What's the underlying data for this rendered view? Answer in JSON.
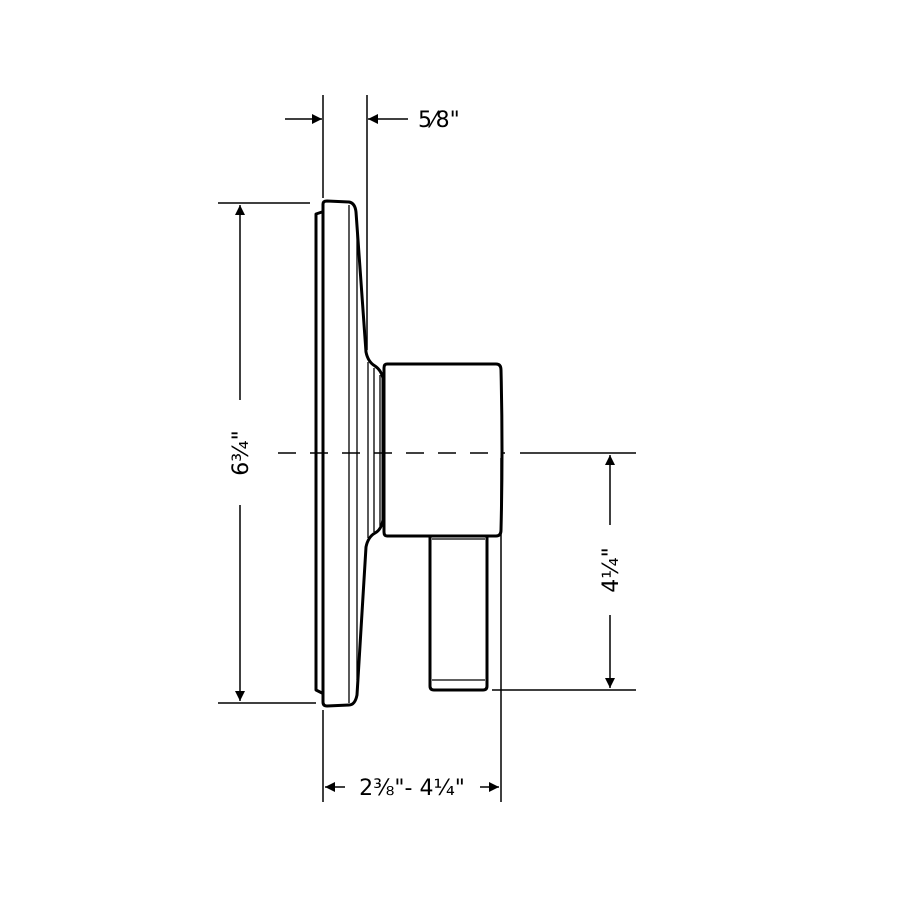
{
  "diagram": {
    "line_color": "#000000",
    "background": "#ffffff",
    "dimensions": {
      "plate_depth": "5⁄8\"",
      "plate_height": "6¾\"",
      "lever_drop": "4¼\"",
      "projection_range": "2⅜\"- 4¼\""
    }
  }
}
